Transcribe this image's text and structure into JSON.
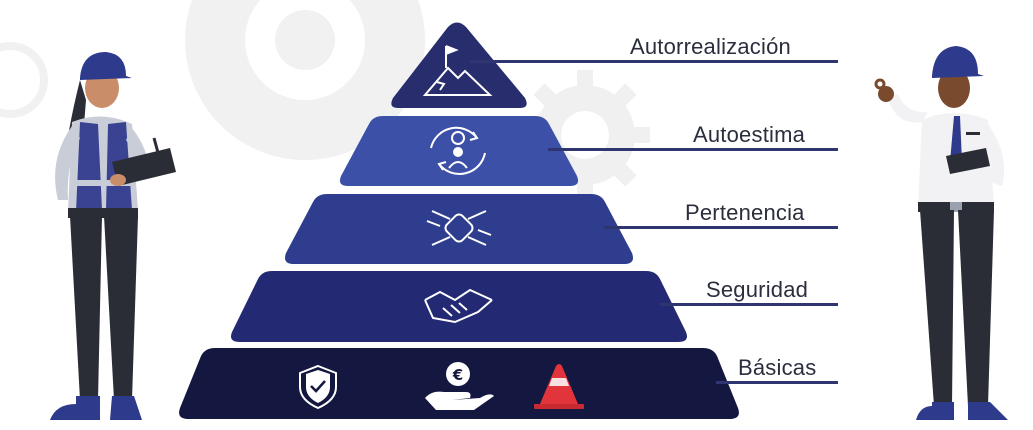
{
  "pyramid": {
    "levels": [
      {
        "label": "Autorrealización",
        "icon": "mountain-flag-icon",
        "color": "#282d6e"
      },
      {
        "label": "Autoestima",
        "icon": "person-cycle-gear-icon",
        "color": "#3b50a6"
      },
      {
        "label": "Pertenencia",
        "icon": "joined-hands-icon",
        "color": "#2f3d8e"
      },
      {
        "label": "Seguridad",
        "icon": "handshake-icon",
        "color": "#232a73"
      },
      {
        "label": "Básicas",
        "icons": [
          "shield-check-icon",
          "hand-euro-coin-icon",
          "traffic-cone-icon"
        ],
        "color": "#14173f"
      }
    ]
  },
  "colors": {
    "leader_line": "#2f3570",
    "label_text": "#2b2f3d",
    "helmet": "#2e3a8c",
    "cone": "#e2343b",
    "gear": "#e6e6e6"
  },
  "illustrations": {
    "left_figure": "worker-woman-with-clipboard",
    "right_figure": "worker-man-with-tablet-ok-gesture"
  }
}
